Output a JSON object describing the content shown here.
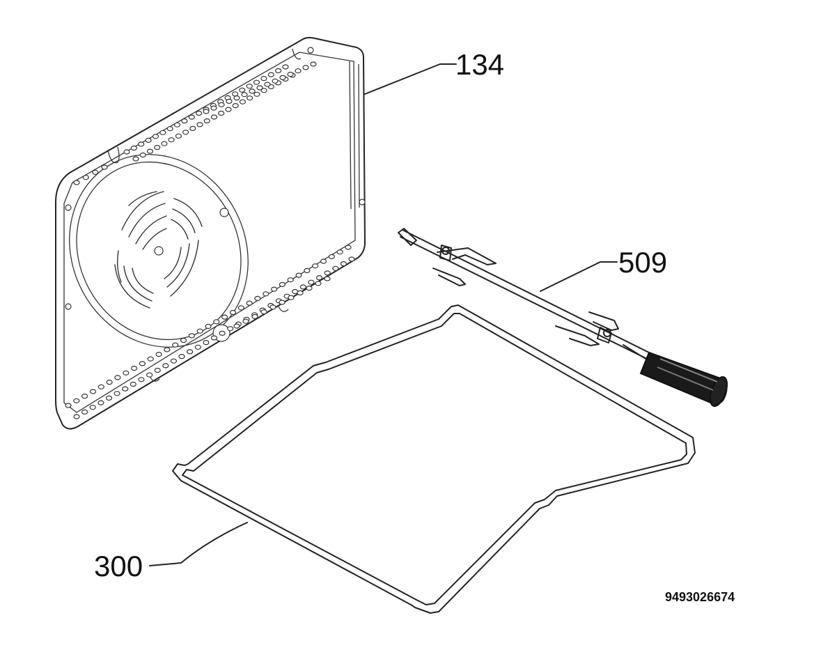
{
  "labels": {
    "back_panel": "134",
    "rotisserie_spit": "509",
    "wire_shelf": "300",
    "diagram_code": "9493026674"
  },
  "icons": [
    "back-panel-icon",
    "rotisserie-spit-icon",
    "wire-shelf-icon"
  ]
}
